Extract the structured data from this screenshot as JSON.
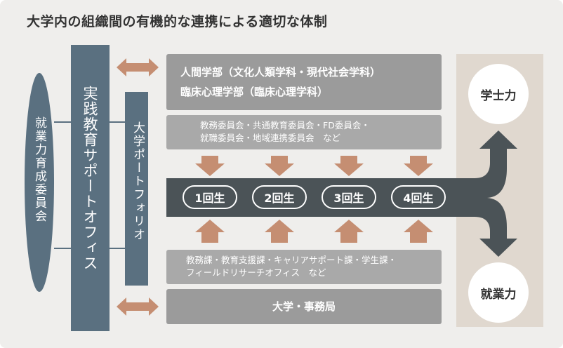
{
  "title": "大学内の組織間の有機的な連携による適切な体制",
  "left_committee": "就業力育成委員会",
  "support_office": "実践教育サポートオフィス",
  "portfolio": "大学ポートフォリオ",
  "faculties": {
    "line1": "人間学部（文化人類学科・現代社会学科）",
    "line2": "臨床心理学部（臨床心理学科）"
  },
  "committees": {
    "line1": "教務委員会・共通教育委員会・FD委員会・",
    "line2": "就職委員会・地域連携委員会　など"
  },
  "years": [
    "1回生",
    "2回生",
    "3回生",
    "4回生"
  ],
  "offices": {
    "line1": "教務課・教育支援課・キャリアサポート課・学生課・",
    "line2": "フィールドリサーチオフィス　など"
  },
  "admin": "大学・事務局",
  "outcomes": {
    "academic": "学士力",
    "employability": "就業力"
  },
  "colors": {
    "slate_blue": "#5a7080",
    "dark_flow": "#4b5357",
    "gray_box": "#9b9b9b",
    "brown_arrow": "#c58e72",
    "beige_panel": "#e0d8cf",
    "background": "#efeeec"
  }
}
